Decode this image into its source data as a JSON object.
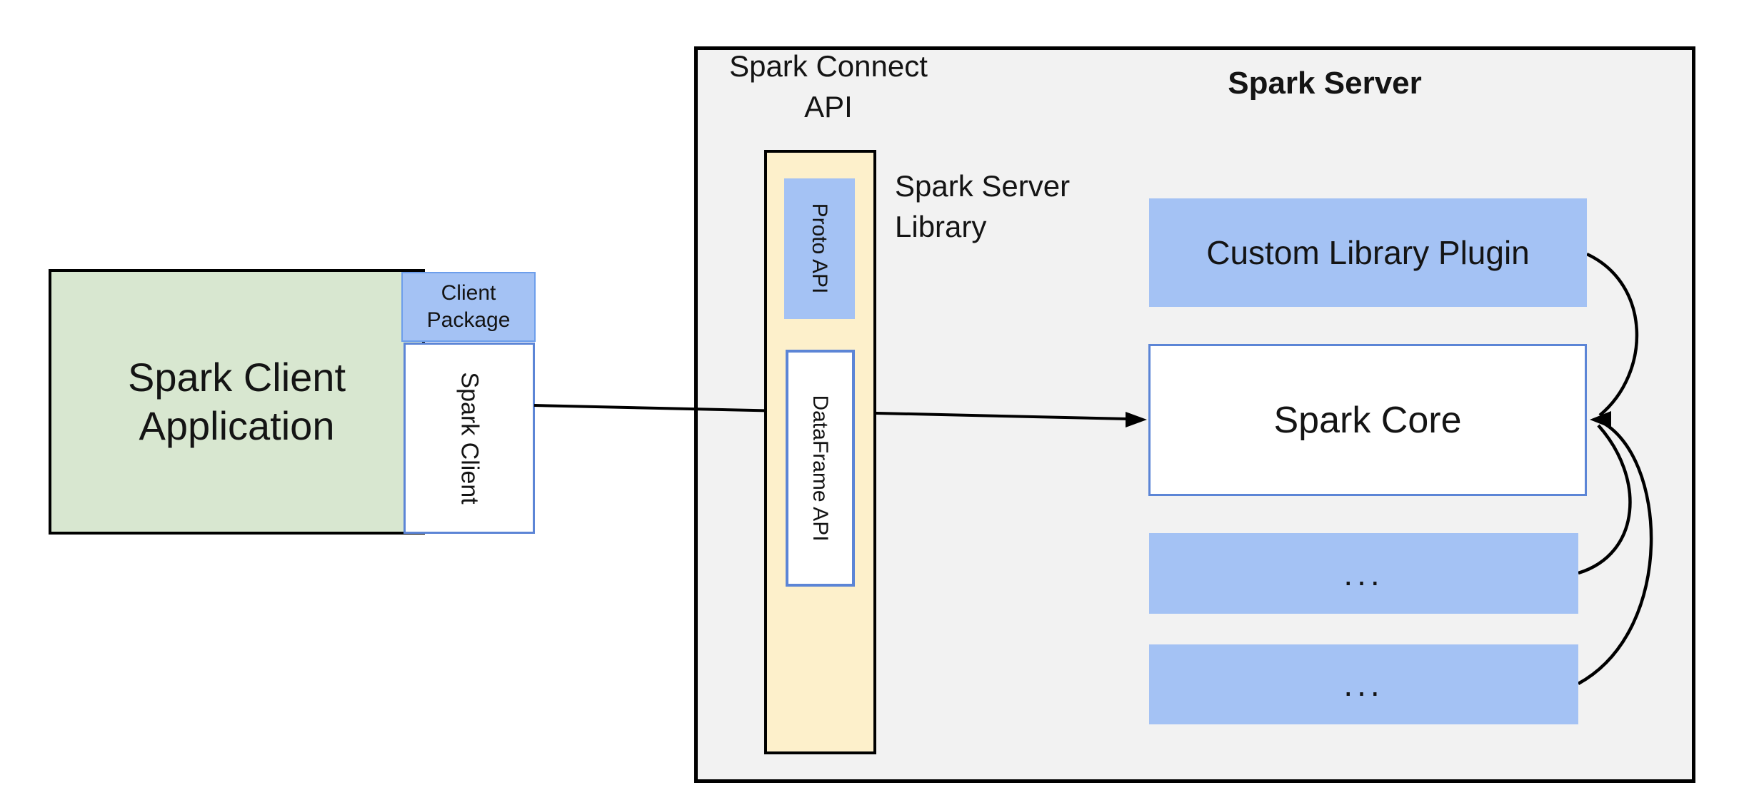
{
  "labels": {
    "connect_api": {
      "line1": "Spark Connect",
      "line2": "API"
    },
    "server_title": "Spark Server",
    "server_library": {
      "line1": "Spark Server",
      "line2": "Library"
    },
    "client_app": {
      "line1": "Spark Client",
      "line2": "Application"
    },
    "client_package": {
      "line1": "Client",
      "line2": "Package"
    },
    "spark_client_vertical": "Spark Client",
    "proto_api": "Proto API",
    "dataframe_api": "DataFrame API",
    "custom_library_plugin": "Custom Library Plugin",
    "spark_core": "Spark Core",
    "ellipsis_box_1": "...",
    "ellipsis_box_2": "..."
  },
  "colors": {
    "server_panel_fill": "#f2f2f2",
    "client_app_fill": "#d8e7d0",
    "accent_blue_fill": "#a4c2f4",
    "blue_border": "#5c85d6",
    "blue_border_light": "#6d9eeb",
    "yellow_fill": "#fdf0cb",
    "outline_black": "#000000"
  }
}
